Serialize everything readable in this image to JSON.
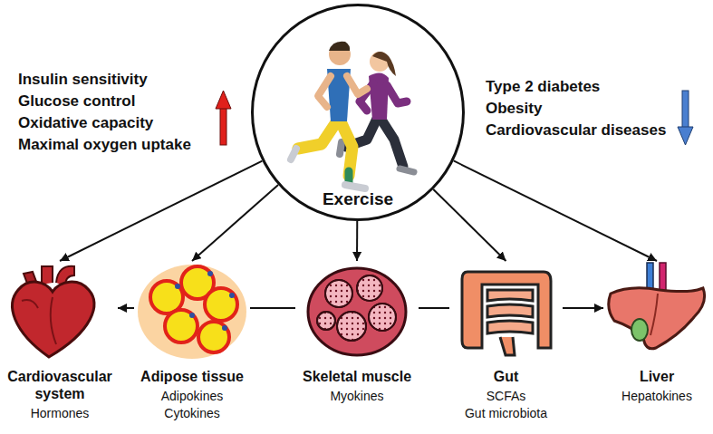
{
  "diagram": {
    "nodes": [
      {
        "text": [
          "Exercise"
        ]
      },
      {
        "text": [
          "Cardiovascular system",
          "Hormones"
        ]
      },
      {
        "text": [
          "Adipose tissue",
          "Adipokines",
          "Cytokines"
        ]
      },
      {
        "text": [
          "Skeletal muscle",
          "Myokines"
        ]
      },
      {
        "text": [
          "Gut",
          "SCFAs",
          "Gut microbiota"
        ]
      },
      {
        "text": [
          "Liver",
          "Hepatokines"
        ]
      }
    ],
    "edges": [
      {
        "from": 0,
        "to": 1,
        "arrow": "to"
      },
      {
        "from": 0,
        "to": 2,
        "arrow": "to"
      },
      {
        "from": 0,
        "to": 3,
        "arrow": "to"
      },
      {
        "from": 0,
        "to": 4,
        "arrow": "to"
      },
      {
        "from": 0,
        "to": 5,
        "arrow": "to"
      },
      {
        "from": 2,
        "to": 1,
        "arrow": "to"
      },
      {
        "from": 3,
        "to": 2,
        "arrow": "none"
      },
      {
        "from": 3,
        "to": 4,
        "arrow": "none"
      },
      {
        "from": 4,
        "to": 5,
        "arrow": "to"
      }
    ],
    "labels": [
      "Insulin sensitivity",
      "Glucose control",
      "Oxidative capacity",
      "Maximal oxygen uptake",
      "Type 2 diabetes",
      "Obesity",
      "Cardiovascular diseases"
    ]
  }
}
